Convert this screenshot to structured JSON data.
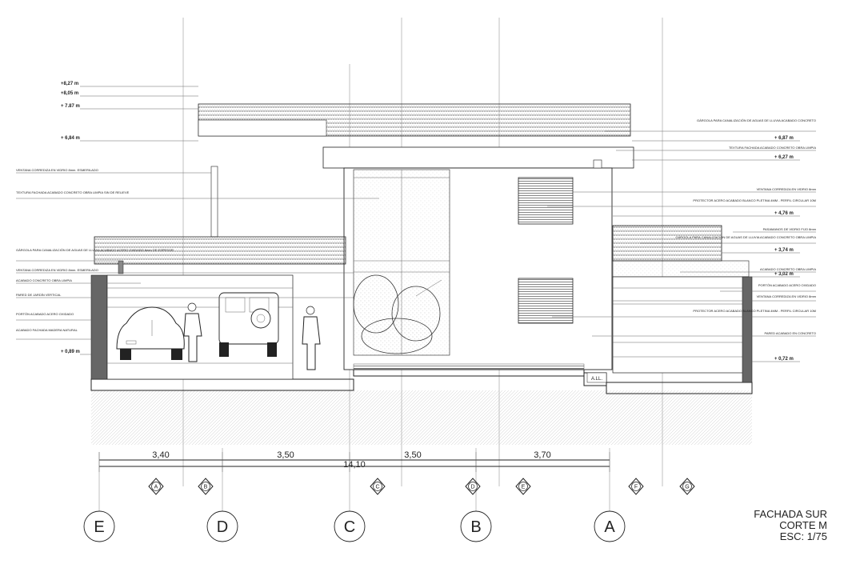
{
  "levels": [
    {
      "label": "+8,27 m",
      "y": 8.27
    },
    {
      "label": "+8,05 m",
      "y": 8.05
    },
    {
      "label": "+ 7.87 m",
      "y": 7.87
    },
    {
      "label": "+ 6,84 m",
      "y": 6.84
    },
    {
      "label": "+ 0,89 m",
      "y": 0.89
    },
    {
      "label": "+ 6,87 m",
      "y": 6.87
    },
    {
      "label": "+ 6,27 m",
      "y": 6.27
    },
    {
      "label": "+ 4,76 m",
      "y": 4.76
    },
    {
      "label": "+ 3,74 m",
      "y": 3.74
    },
    {
      "label": "+ 3,02 m",
      "y": 3.02
    },
    {
      "label": "+ 0,72 m",
      "y": 0.72
    }
  ],
  "annotations_left": [
    "VENTANA CORREDIZA EN VIDRIO 8mm. ESMERILADO",
    "TEXTURA FACHADA ACABADO CONCRETO OBRA LIMPIA SIN DE RELIEVE",
    "GÁRGOLA PARA CANALIZACIÓN DE AGUAS DE LLUVIA ACABADO ACERO OXIDADO 6mm DE ESPESOR",
    "VENTANA CORREDIZA EN VIDRIO 8mm. ESMERILADO",
    "ACABADO CONCRETO OBRA LIMPIA",
    "PARED DE JARDÍN VERTICAL",
    "PORTÓN ACABADO ACERO OXIDADO",
    "ACABADO FACHADA MADERA NATURAL"
  ],
  "annotations_right": [
    "GÁRGOLA PARA CANALIZACIÓN DE AGUAS DE LLUVIA ACABADO CONCRETO",
    "TEXTURA FACHADA ACABADO CONCRETO OBRA LIMPIA",
    "VENTANA CORREDIZA EN VIDRIO 8mm",
    "PROTECTOR ACERO ACABADO BLANCO PLETINA 4MM - PERFIL CIRCULAR 10M",
    "PASAMANOS DE VIDRIO FIJO 8mm",
    "GÁRGOLA PARA CANALIZACIÓN DE AGUAS DE LLUVIA ACABADO CONCRETO OBRA LIMPIA",
    "ACABADO CONCRETO OBRA LIMPIA",
    "PORTÓN ACABADO ACERO OXIDADO",
    "VENTANA CORREDIZA EN VIDRIO 8mm",
    "PROTECTOR ACERO ACABADO BLANCO PLETINA 4MM - PERFIL CIRCULAR 10M",
    "PARED ACABADO EN CONCRETO"
  ],
  "dimensions": {
    "segments": [
      "3,40",
      "3,50",
      "3,50",
      "3,70"
    ],
    "total": "14,10"
  },
  "axes": [
    "E",
    "D",
    "C",
    "B",
    "A"
  ],
  "section_markers": [
    "A",
    "B",
    "C",
    "D",
    "E",
    "F",
    "G"
  ],
  "tag_all": "A.LL.",
  "title": {
    "line1": "FACHADA SUR",
    "line2": "CORTE M",
    "line3": "ESC: 1/75"
  }
}
